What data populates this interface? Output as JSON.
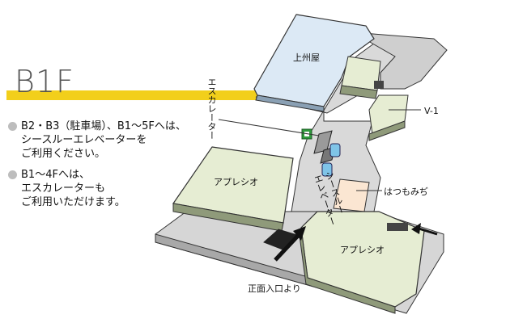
{
  "floor": "B1F",
  "accent_color": "#f2cf1b",
  "notes": [
    {
      "lines": [
        "B2・B3（駐車場）、B1～5Fへは、",
        "シースルーエレベーターを",
        "ご利用ください。"
      ]
    },
    {
      "lines": [
        "B1～4Fへは、",
        "エスカレーターも",
        "ご利用いただけます。"
      ]
    }
  ],
  "labels": {
    "kamishuya": "上州屋",
    "escalator": "エスカレーター",
    "v1": "V-1",
    "apreshio_upper": "アプレシオ",
    "apreshio_lower": "アプレシオ",
    "hatsumomichi": "はつもみぢ",
    "seethrough_elevator_1": "シースルー",
    "seethrough_elevator_2": "エレベーター",
    "entrance": "正面入口より"
  },
  "colors": {
    "kamishuya": "#dce9f5",
    "tenant_green": "#e6edd3",
    "hatsumomichi": "#fbe6d2",
    "corridor": "#d9d9d9",
    "elevator": "#7fc4e8"
  },
  "icons": [
    "emergency-exit-icon",
    "elevator-icon",
    "escalator-icon",
    "arrow-icon"
  ]
}
